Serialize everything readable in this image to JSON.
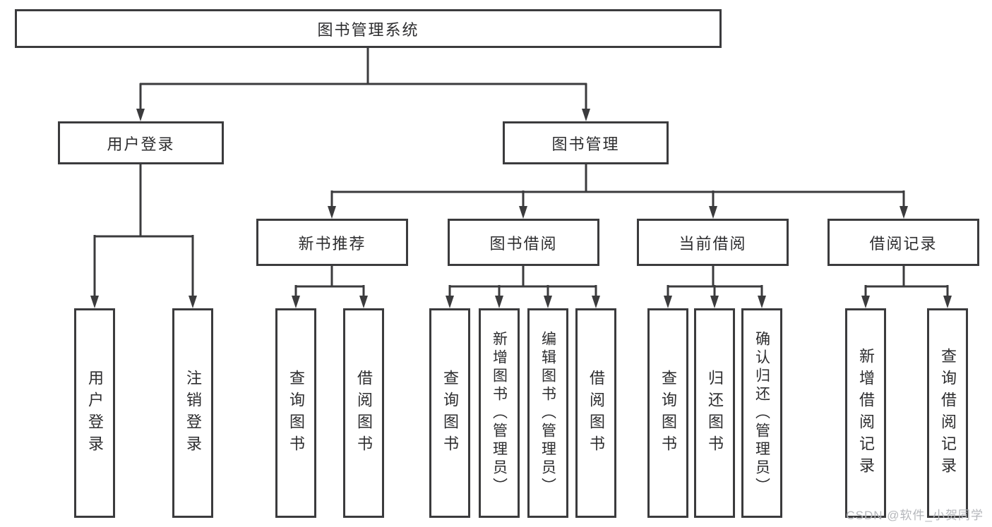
{
  "tree": {
    "label": "图书管理系统",
    "children": [
      {
        "label": "用户登录",
        "children": [
          {
            "label": "用户登录"
          },
          {
            "label": "注销登录"
          }
        ]
      },
      {
        "label": "图书管理",
        "children": [
          {
            "label": "新书推荐",
            "children": [
              {
                "label": "查询图书"
              },
              {
                "label": "借阅图书"
              }
            ]
          },
          {
            "label": "图书借阅",
            "children": [
              {
                "label": "查询图书"
              },
              {
                "label": "新增图书（管理员）"
              },
              {
                "label": "编辑图书（管理员）"
              },
              {
                "label": "借阅图书"
              }
            ]
          },
          {
            "label": "当前借阅",
            "children": [
              {
                "label": "查询图书"
              },
              {
                "label": "归还图书"
              },
              {
                "label": "确认归还（管理员）"
              }
            ]
          },
          {
            "label": "借阅记录",
            "children": [
              {
                "label": "新增借阅记录"
              },
              {
                "label": "查询借阅记录"
              }
            ]
          }
        ]
      }
    ]
  },
  "watermark": {
    "text": "CSDN @软件_小贺同学"
  },
  "colors": {
    "line": "#3b3b3d",
    "box_border": "#3b3b3d",
    "box_background": "#ffffff",
    "text": "#2d2d2f",
    "watermark": "#b5b7bb"
  }
}
